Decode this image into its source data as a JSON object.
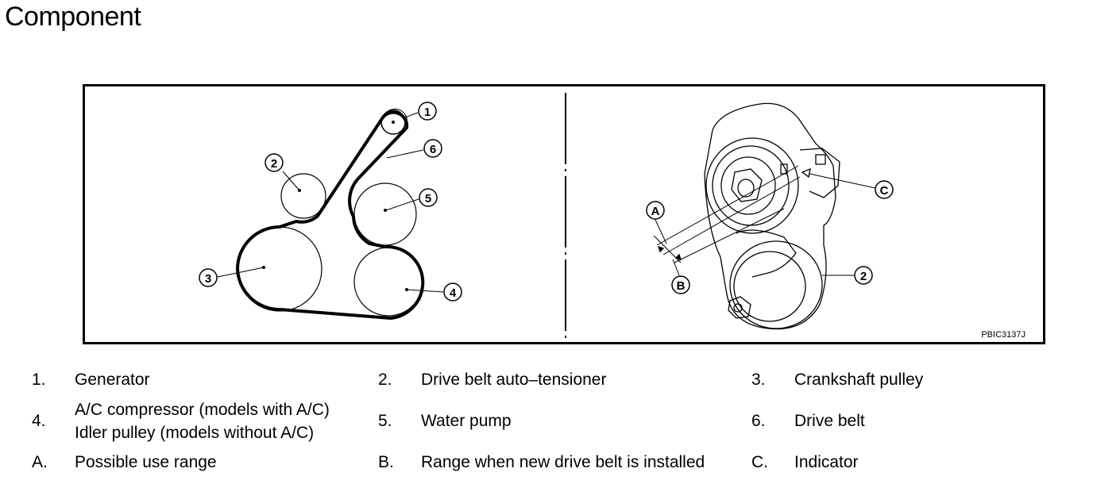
{
  "title": "Component",
  "figure_code": "PBIC3137J",
  "callouts": {
    "c1": "1",
    "c2": "2",
    "c3": "3",
    "c4": "4",
    "c5": "5",
    "c6": "6",
    "r2": "2",
    "rA": "A",
    "rB": "B",
    "rC": "C"
  },
  "legend": [
    {
      "num": "1.",
      "text": "Generator"
    },
    {
      "num": "2.",
      "text": "Drive belt auto–tensioner"
    },
    {
      "num": "3.",
      "text": "Crankshaft pulley"
    },
    {
      "num": "4.",
      "text": "A/C compressor (models with A/C)",
      "text2": "Idler pulley (models without A/C)"
    },
    {
      "num": "5.",
      "text": "Water pump"
    },
    {
      "num": "6.",
      "text": "Drive belt"
    },
    {
      "num": "A.",
      "text": "Possible use range"
    },
    {
      "num": "B.",
      "text": "Range when new drive belt is installed"
    },
    {
      "num": "C.",
      "text": "Indicator"
    }
  ]
}
